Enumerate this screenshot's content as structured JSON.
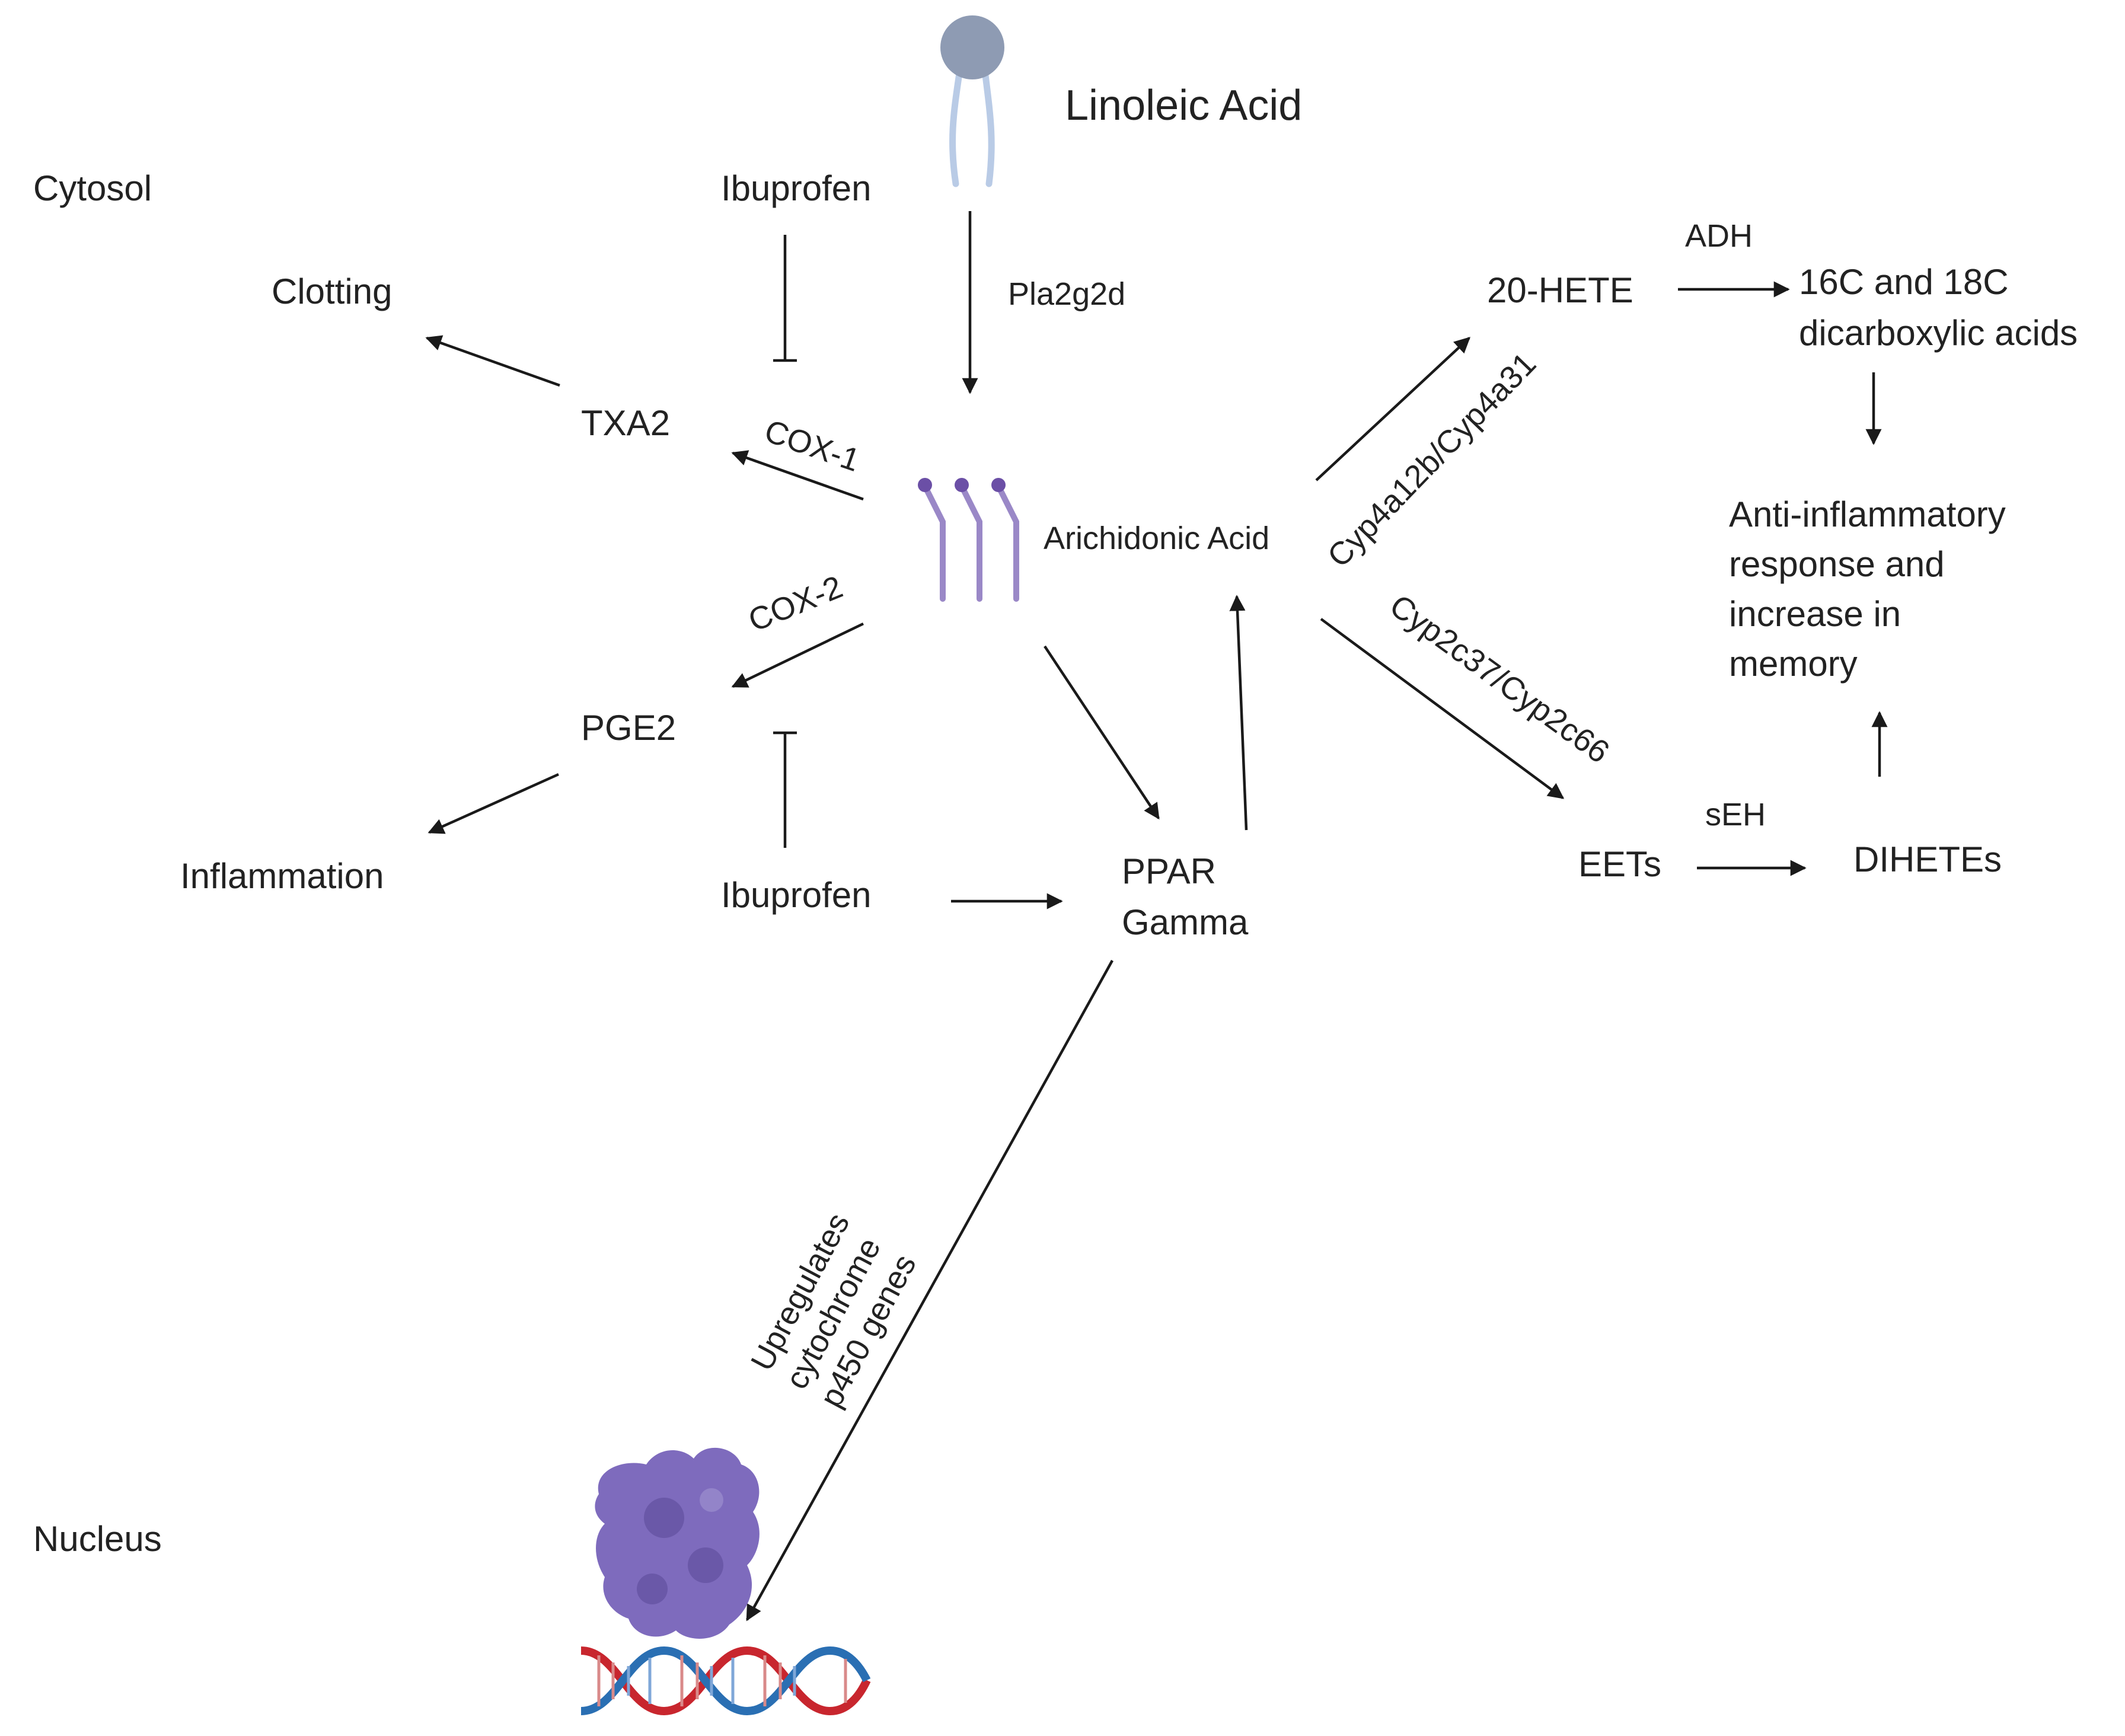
{
  "regions": {
    "cytosol": "Cytosol",
    "nucleus": "Nucleus"
  },
  "nodes": {
    "linoleic_acid": "Linoleic Acid",
    "arachidonic_acid": "Arichidonic Acid",
    "ibuprofen_top": "Ibuprofen",
    "ibuprofen_bottom": "Ibuprofen",
    "clotting": "Clotting",
    "txa2": "TXA2",
    "pge2": "PGE2",
    "inflammation": "Inflammation",
    "ppar_gamma_line1": "PPAR",
    "ppar_gamma_line2": "Gamma",
    "hete20": "20-HETE",
    "dicarboxylic_line1": "16C and 18C",
    "dicarboxylic_line2": "dicarboxylic acids",
    "anti_inflammatory_line1": "Anti-inflammatory",
    "anti_inflammatory_line2": "response and",
    "anti_inflammatory_line3": "increase in",
    "anti_inflammatory_line4": "memory",
    "eets": "EETs",
    "dihetes": "DIHETEs"
  },
  "edge_labels": {
    "pla2g2d": "Pla2g2d",
    "cox1": "COX-1",
    "cox2": "COX-2",
    "cyp4a": "Cyp4a12b/Cyp4a31",
    "cyp2c": "Cyp2c37/Cyp2c66",
    "adh": "ADH",
    "seh": "sEH",
    "upregulates_line1": "Upregulates",
    "upregulates_line2": "cytochrome",
    "upregulates_line3": "p450 genes"
  },
  "colors": {
    "lipid_head": "#8e9bb3",
    "lipid_tail": "#b9cbe6",
    "fatty_acid": "#9a88c7",
    "fatty_acid_head": "#6b4fa6",
    "protein": "#7e6bbd",
    "dna_red": "#c8262e",
    "dna_blue": "#2a6fb3",
    "arrow": "#1a1a1a"
  }
}
